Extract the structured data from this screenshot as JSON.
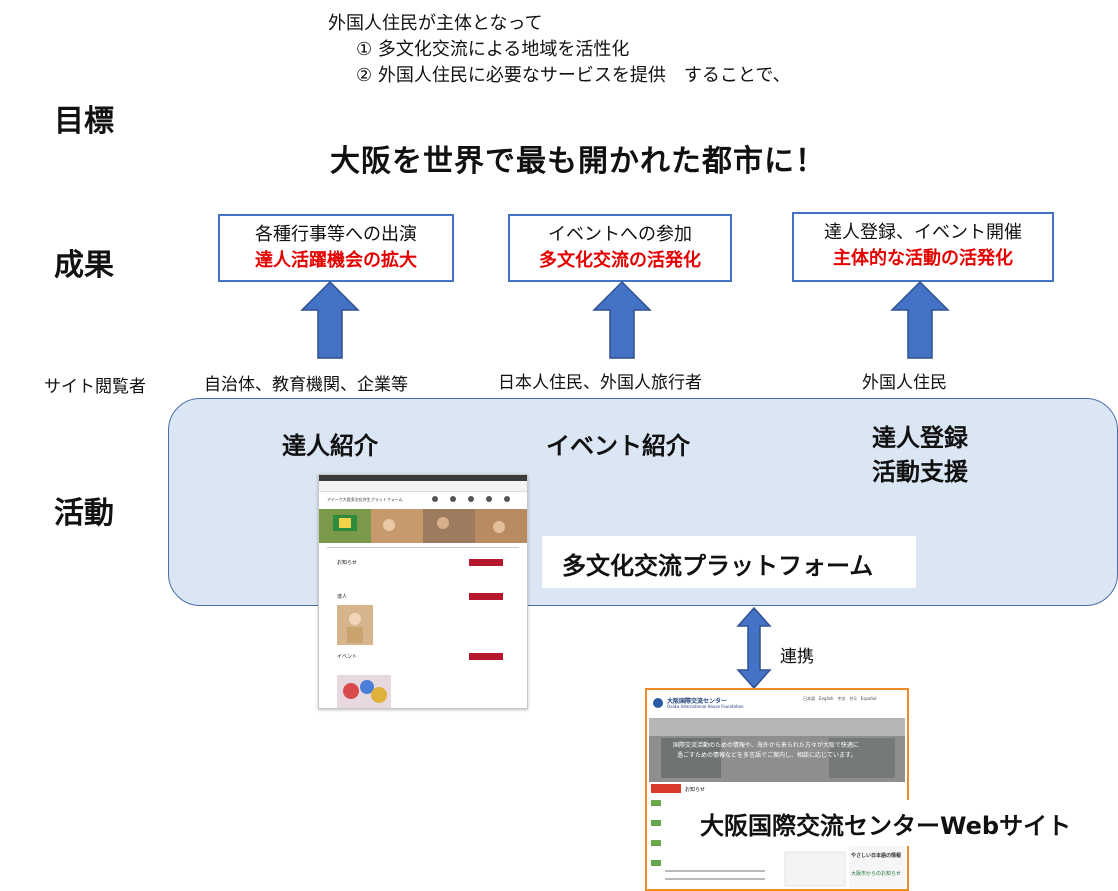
{
  "intro": {
    "line0": "外国人住民が主体となって",
    "line1": "① 多文化交流による地域を活性化",
    "line2": "② 外国人住民に必要なサービスを提供　することで、"
  },
  "row_labels": {
    "goal": "目標",
    "result": "成果",
    "viewers": "サイト閲覧者",
    "activity": "活動"
  },
  "slogan": "大阪を世界で最も開かれた都市に！",
  "results": [
    {
      "line1": "各種行事等への出演",
      "line2": "達人活躍機会の拡大"
    },
    {
      "line1": "イベントへの参加",
      "line2": "多文化交流の活発化"
    },
    {
      "line1": "達人登録、イベント開催",
      "line2": "主体的な活動の活発化"
    }
  ],
  "viewers": [
    "自治体、教育機関、企業等",
    "日本人住民、外国人旅行者",
    "外国人住民"
  ],
  "activities": {
    "intro_masters": "達人紹介",
    "intro_events": "イベント紹介",
    "register_line1": "達人登録",
    "register_line2": "活動支援"
  },
  "platform_label": "多文化交流プラットフォーム",
  "cooperation_label": "連携",
  "centre_label": "大阪国際交流センターWebサイト",
  "screenshot1": {
    "header": "アイーウ大阪多文化共生プラットフォーム",
    "news": "お知らせ",
    "masters": "達人",
    "events": "イベント"
  },
  "screenshot2": {
    "org": "大阪国際交流センター",
    "org_en": "Osaka International House Foundation",
    "nav": "日本語　English　中文　한국　Español",
    "hero_line1": "国際交流活動のための情報や、海外から来られた方々が大阪で快適に",
    "hero_line2": "過ごすための情報などを多言語でご案内し、相談に応じています。",
    "notice": "お知らせ",
    "side1": "やさしい日本語の情報",
    "side2": "大阪市からのお知らせ"
  },
  "colors": {
    "arrow": "#4472c4",
    "box_border": "#4472c4",
    "red_text": "#e50000",
    "panel_fill": "#dbe6f5",
    "panel_border": "#4c6fa8",
    "centre_border": "#f08a24"
  }
}
